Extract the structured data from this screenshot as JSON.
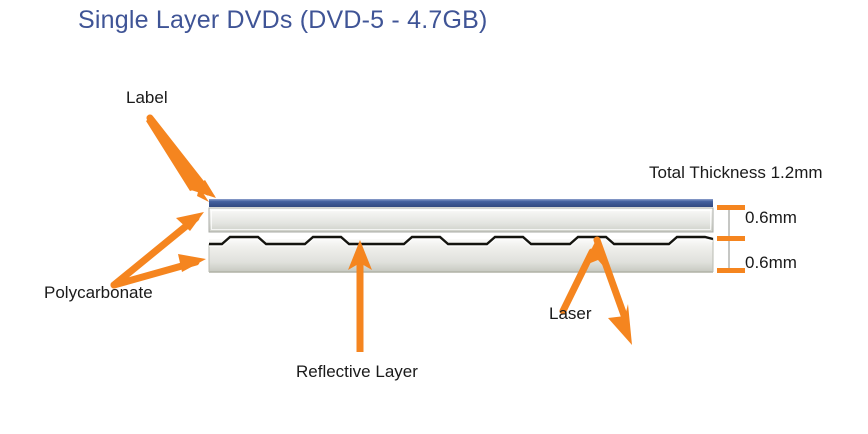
{
  "title": "Single Layer DVDs (DVD-5 - 4.7GB)",
  "colors": {
    "title": "#3f5496",
    "arrow_orange": "#F5851F",
    "label_blue": "#3b5598",
    "label_blue_light": "#6c82bd",
    "polycarbonate_light": "#fcfcfc",
    "polycarbonate_dark": "#c9cbc4",
    "outline": "#9a9c95",
    "reflective_line": "#14140f",
    "text": "#1a1a1a",
    "background": "#ffffff"
  },
  "annotations": {
    "label": "Label",
    "polycarbonate": "Polycarbonate",
    "reflective_layer": "Reflective Layer",
    "laser": "Laser"
  },
  "measurements": {
    "total_thickness": "Total Thickness 1.2mm",
    "top_layer": "0.6mm",
    "bottom_layer": "0.6mm"
  },
  "layers": [
    {
      "name": "label-strip",
      "thickness": ""
    },
    {
      "name": "upper-polycarbonate",
      "thickness": "0.6mm"
    },
    {
      "name": "reflective-layer",
      "thickness": ""
    },
    {
      "name": "lower-polycarbonate",
      "thickness": "0.6mm"
    }
  ],
  "icons": {
    "label_arrow": "arrow-down-right-icon",
    "polycarbonate_arrow_upper": "arrow-up-right-icon",
    "polycarbonate_arrow_lower": "arrow-right-icon",
    "reflective_arrow": "arrow-up-icon",
    "laser_incoming_arrow": "arrow-up-icon",
    "laser_reflected_arrow": "arrow-down-right-icon"
  }
}
